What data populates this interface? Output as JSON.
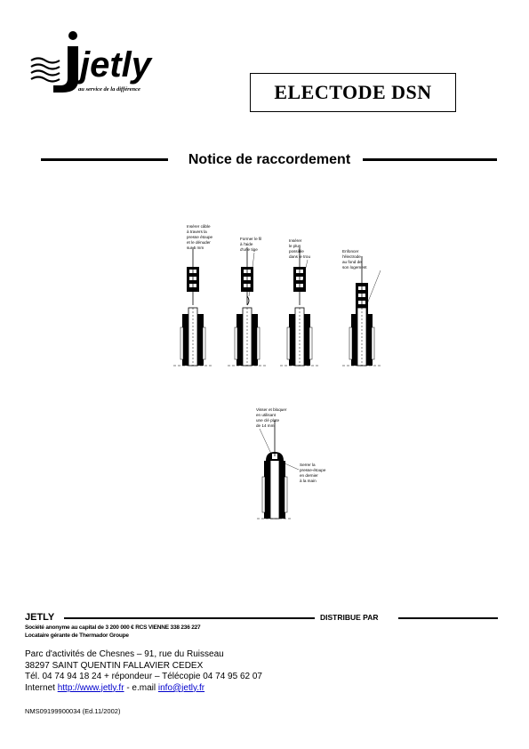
{
  "logo": {
    "brand": "jetly",
    "tagline": "au service de la différence"
  },
  "title": "ELECTODE DSN",
  "notice_title": "Notice de raccordement",
  "steps": [
    {
      "label": [
        "Insérer câble",
        "à travers la",
        "presse étoupe",
        "et le dénuder",
        "sur 5 mm"
      ]
    },
    {
      "label": [
        "Former le fil",
        "à l'aide",
        "d'une tige"
      ]
    },
    {
      "label": [
        "Insérer",
        "le plus",
        "possible",
        "dans le trou"
      ]
    },
    {
      "label": [
        "Enfoncer",
        "l'électrode",
        "au fond de",
        "son logement"
      ]
    },
    {
      "label": [
        "Visser et bloquer",
        "en utilisant",
        "une clé plate",
        "de 14 mm"
      ]
    },
    {
      "label": [
        "Serrer la",
        "presse-étoupe",
        "en dernier",
        "à la main"
      ]
    }
  ],
  "footer": {
    "company": "JETLY",
    "distribue": "DISTRIBUE PAR",
    "legal1": "Société anonyme au capital de 3 200 000 € RCS VIENNE 338 236 227",
    "legal2": "Locataire gérante de Thermador Groupe",
    "address1": "Parc d'activités de Chesnes – 91, rue du Ruisseau",
    "address2": "38297 SAINT QUENTIN FALLAVIER CEDEX",
    "phone": "Tél. 04 74 94 18 24 + répondeur – Télécopie 04 74 95 62 07",
    "internet_label": "Internet ",
    "internet_url": "http://www.jetly.fr",
    "email_label": " - e.mail ",
    "email": "info@jetly.fr",
    "doc_ref": "NMS09199900034 (Ed.11/2002)"
  }
}
